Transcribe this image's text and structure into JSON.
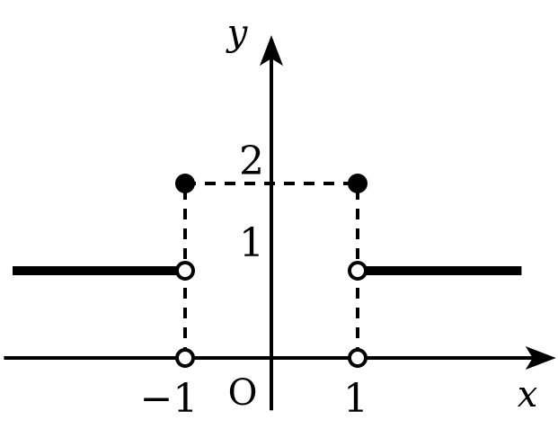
{
  "chart_data": {
    "type": "line",
    "title": "",
    "xlabel": "x",
    "ylabel": "y",
    "origin_label": "O",
    "xlim": [
      -3.1,
      3.3
    ],
    "ylim": [
      -0.6,
      3.7
    ],
    "x_ticks": [
      {
        "value": -1,
        "label": "−1"
      },
      {
        "value": 1,
        "label": "1"
      }
    ],
    "y_ticks": [
      {
        "value": 1,
        "label": "1"
      },
      {
        "value": 2,
        "label": "2"
      }
    ],
    "grid": false,
    "legend": "none",
    "segments": [
      {
        "x": [
          -3.0,
          -1
        ],
        "y": [
          1,
          1
        ]
      },
      {
        "x": [
          1,
          2.9
        ],
        "y": [
          1,
          1
        ]
      }
    ],
    "points": [
      {
        "x": -1,
        "y": 2,
        "filled": true
      },
      {
        "x": 1,
        "y": 2,
        "filled": true
      },
      {
        "x": -1,
        "y": 1,
        "filled": false
      },
      {
        "x": 1,
        "y": 1,
        "filled": false
      },
      {
        "x": -1,
        "y": 0,
        "filled": false
      },
      {
        "x": 1,
        "y": 0,
        "filled": false
      }
    ],
    "dashed_lines": [
      {
        "x": [
          -1,
          -1
        ],
        "y": [
          0,
          2
        ]
      },
      {
        "x": [
          1,
          1
        ],
        "y": [
          0,
          2
        ]
      },
      {
        "x": [
          -1,
          1
        ],
        "y": [
          2,
          2
        ]
      }
    ]
  }
}
